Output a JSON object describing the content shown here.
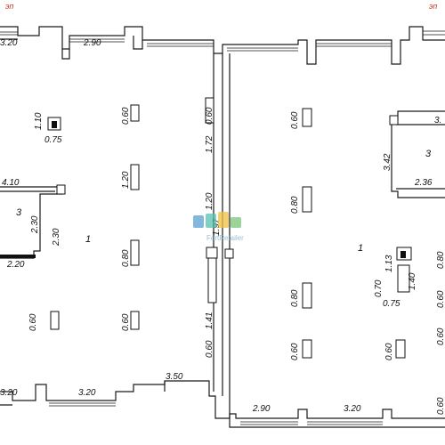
{
  "labels": {
    "corner_left": "эп",
    "corner_right": "эп",
    "top_w1": "3.20",
    "top_w2": "2.90",
    "bot_w1": "3.20",
    "bot_w2": "3.50",
    "bot_w3": "2.90",
    "bot_w4": "3.20",
    "left_room_top": "4.10",
    "left_room_h1": "2.30",
    "left_room_h2": "2.30",
    "left_room_w": "2.20",
    "left_room_num": "3",
    "left_hall_num": "1",
    "right_hall_num": "1",
    "right_room_num": "3",
    "right_room_h": "3.42",
    "right_room_w": "2.36",
    "right_room_top": "3.",
    "col_left_a": "1.10",
    "col_left_a_w": "0.75",
    "col_right_a_w": "0.75",
    "col_right_a_h": "1.13",
    "col_right_a_side": "0.70",
    "col_right_a_h2": "1.40",
    "mid_wall_1": "0.60",
    "mid_wall_2": "1.72",
    "mid_wall_3": "1.20",
    "mid_wall_4": "1.97",
    "mid_wall_5": "1.41",
    "mid_wall_6": "0.60",
    "lc1": "0.60",
    "lc2": "1.20",
    "lc3": "0.80",
    "lc4": "0.60",
    "lc5": "0.60",
    "rc1": "0.60",
    "rc2": "0.80",
    "rc3": "0.80",
    "rc4": "0.60",
    "rc5": "0.60",
    "re1": "0.80",
    "re2": "0.60",
    "re3": "0.60",
    "re4": "0.60",
    "watermark": "FortRetailer"
  },
  "colors": {
    "wall": "#1a1a1a",
    "red_marker": "#d33a2c",
    "watermark_blue": "#5aa0d0",
    "watermark_teal": "#55c2b0",
    "watermark_yellow": "#f0c040",
    "watermark_green": "#7cc576"
  }
}
